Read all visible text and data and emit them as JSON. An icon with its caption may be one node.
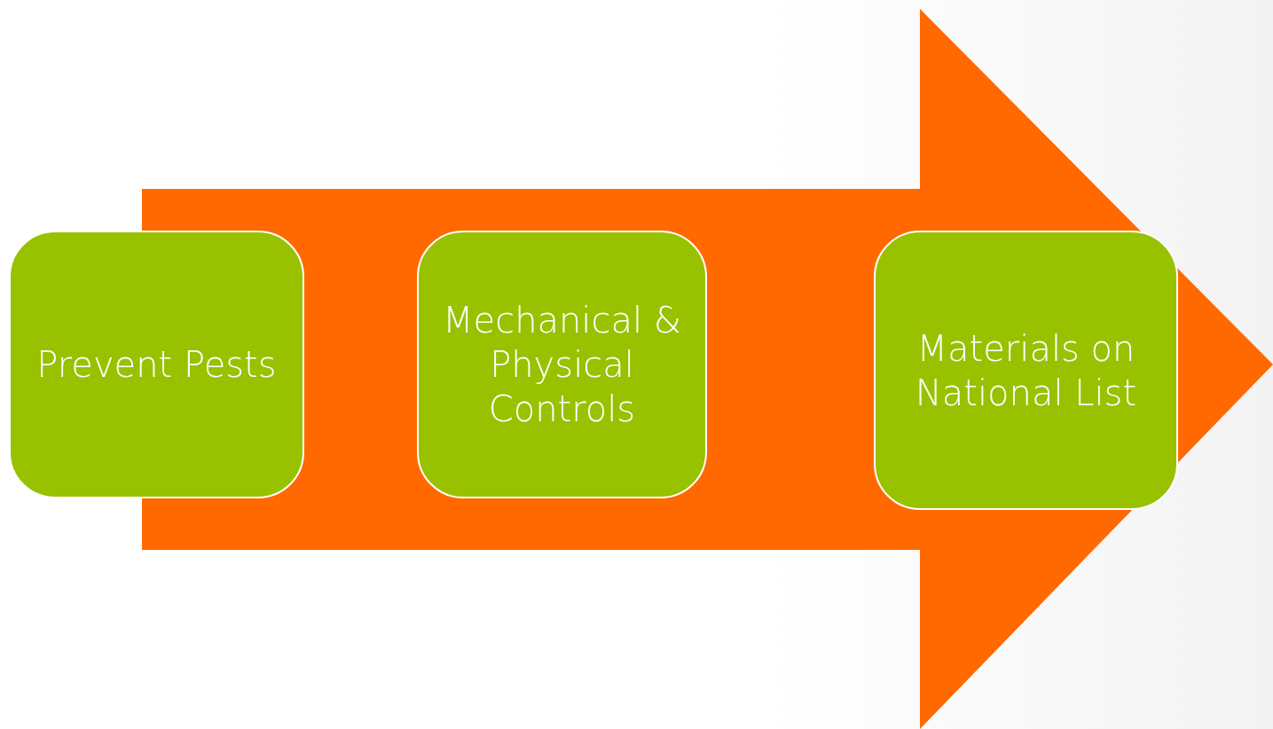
{
  "diagram": {
    "nodes": [
      {
        "text": [
          "Prevent Pests"
        ]
      },
      {
        "text": [
          "Mechanical & Physical Controls"
        ]
      },
      {
        "text": [
          "Materials on National List"
        ]
      }
    ]
  }
}
